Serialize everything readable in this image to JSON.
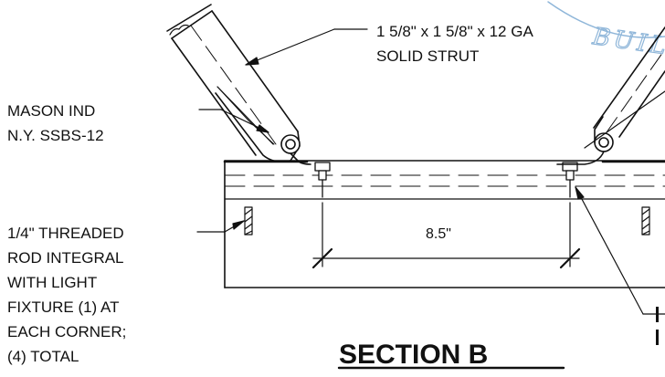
{
  "labels": {
    "strut": [
      "1 5/8\" x 1 5/8\" x 12 GA",
      "SOLID STRUT"
    ],
    "mason": [
      "MASON IND",
      "N.Y. SSBS-12"
    ],
    "rod": [
      "1/4\" THREADED",
      "ROD INTEGRAL",
      "WITH LIGHT",
      "FIXTURE (1) AT",
      "EACH CORNER;",
      "(4) TOTAL"
    ],
    "dimension": "8.5\"",
    "title": "SECTION B",
    "stamp": "BUILD"
  },
  "colors": {
    "ink": "#111111",
    "stamp": "#8fb6d9"
  }
}
